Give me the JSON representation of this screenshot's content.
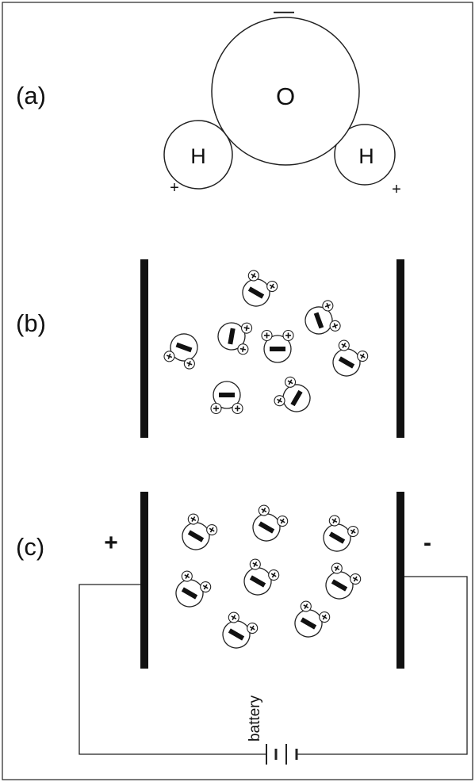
{
  "panels": {
    "a": "(a)",
    "b": "(b)",
    "c": "(c)"
  },
  "molecule": {
    "oxygen": "O",
    "hydrogen_left": "H",
    "hydrogen_right": "H",
    "oxygen_charge": "—",
    "hydrogen_charge_left": "+",
    "hydrogen_charge_right": "+"
  },
  "plates": {
    "positive": "+",
    "negative": "-"
  },
  "battery_label": "battery",
  "colors": {
    "ink": "#111111",
    "background": "#ffffff"
  }
}
